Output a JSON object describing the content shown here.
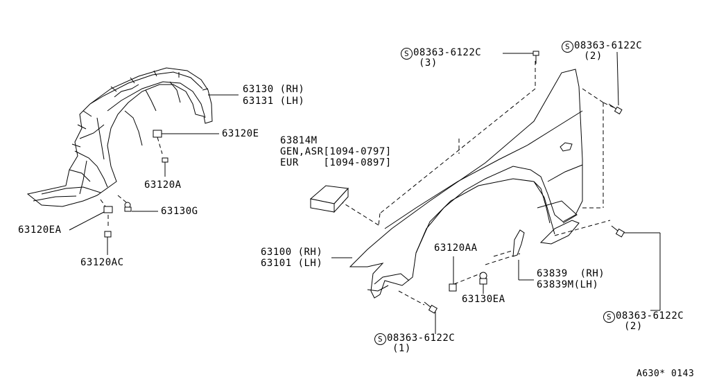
{
  "labels": {
    "p63130": "63130 (RH)",
    "p63131": "63131 (LH)",
    "p63120E": "63120E",
    "p63120A": "63120A",
    "p63130G": "63130G",
    "p63120EA": "63120EA",
    "p63120AC": "63120AC",
    "p63814M": "63814M",
    "gen_asr": "GEN,ASR[1094-0797]",
    "eur": "EUR    [1094-0897]",
    "p63100": "63100 (RH)",
    "p63101": "63101 (LH)",
    "p63120AA": "63120AA",
    "p63130EA": "63130EA",
    "p63839": "63839  (RH)",
    "p63839M": "63839M(LH)",
    "bolt_top": "08363-6122C",
    "bolt_top_qty": "(3)",
    "bolt_tr": "08363-6122C",
    "bolt_tr_qty": "(2)",
    "bolt_br": "08363-6122C",
    "bolt_br_qty": "(2)",
    "bolt_bot": "08363-6122C",
    "bolt_bot_qty": "(1)",
    "s_mark": "S",
    "diagram_code": "A630* 0143"
  },
  "icons": [
    "bolt-icon",
    "clip-icon",
    "grommet-icon",
    "screw-icon"
  ]
}
